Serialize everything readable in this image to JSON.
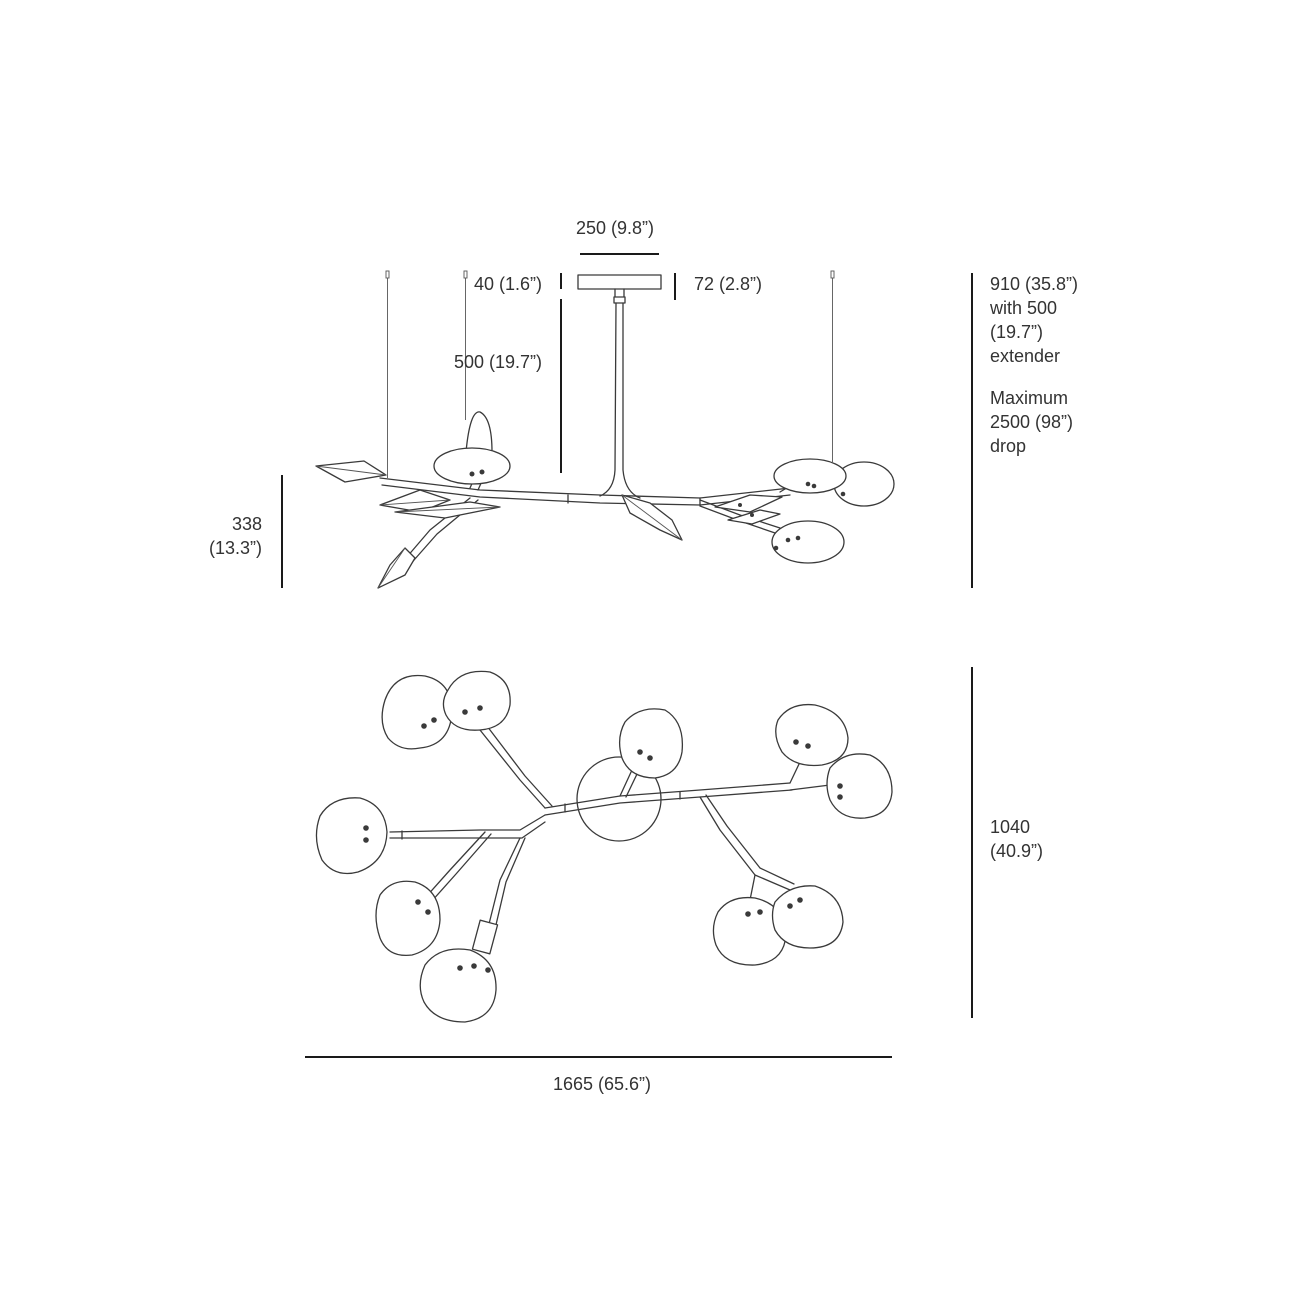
{
  "dimensions": {
    "canopy_width": "250 (9.8”)",
    "canopy_height": "40 (1.6”)",
    "canopy_depth": "72 (2.8”)",
    "stem_length": "500 (19.7”)",
    "overall_height": {
      "line1": "910 (35.8”)",
      "line2": "with 500",
      "line3": "(19.7”)",
      "line4": "extender"
    },
    "max_drop": {
      "line1": "Maximum",
      "line2": "2500 (98”)",
      "line3": "drop"
    },
    "fixture_height": {
      "line1": "338",
      "line2": "(13.3”)"
    },
    "plan_depth": {
      "line1": "1040",
      "line2": "(40.9”)"
    },
    "overall_width": "1665 (65.6”)"
  }
}
